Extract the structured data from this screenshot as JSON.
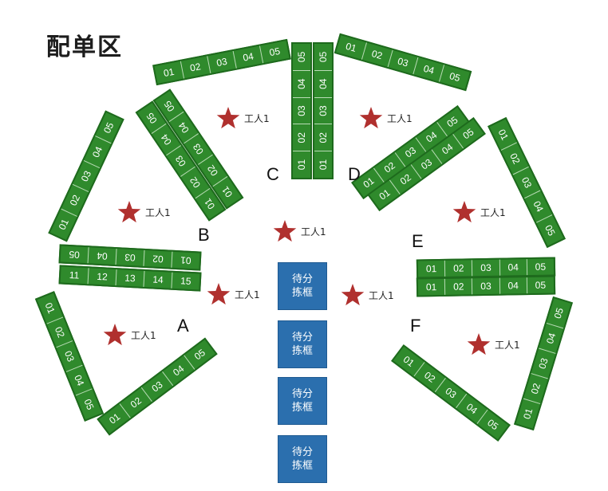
{
  "title": "配单区",
  "colors": {
    "shelf": "#2f8a2c",
    "shelf_border": "#1e6a1d",
    "star": "#b0302e",
    "box": "#2b6fae"
  },
  "zones": {
    "A": "A",
    "B": "B",
    "C": "C",
    "D": "D",
    "E": "E",
    "F": "F"
  },
  "worker_label": "工人1",
  "shelves": {
    "top_left": [
      "01",
      "02",
      "03",
      "04",
      "05"
    ],
    "c_left": [
      "01",
      "02",
      "03",
      "04",
      "05"
    ],
    "c_right": [
      "01",
      "02",
      "03",
      "04",
      "05"
    ],
    "top_right": [
      "01",
      "02",
      "03",
      "04",
      "05"
    ],
    "b_inner_a": [
      "01",
      "02",
      "03",
      "04",
      "05"
    ],
    "b_inner_b": [
      "01",
      "02",
      "03",
      "04",
      "05"
    ],
    "b_outer": [
      "01",
      "02",
      "03",
      "04",
      "05"
    ],
    "d_inner_a": [
      "01",
      "02",
      "03",
      "04",
      "05"
    ],
    "d_inner_b": [
      "01",
      "02",
      "03",
      "04",
      "05"
    ],
    "e_outer": [
      "01",
      "02",
      "03",
      "04",
      "05"
    ],
    "a_top_row1": [
      "01",
      "02",
      "03",
      "04",
      "05"
    ],
    "a_top_row2": [
      "11",
      "12",
      "13",
      "14",
      "15"
    ],
    "e_row1": [
      "01",
      "02",
      "03",
      "04",
      "05"
    ],
    "e_row2": [
      "01",
      "02",
      "03",
      "04",
      "05"
    ],
    "a_outer": [
      "01",
      "02",
      "03",
      "04",
      "05"
    ],
    "a_bottom": [
      "01",
      "02",
      "03",
      "04",
      "05"
    ],
    "f_bottom": [
      "01",
      "02",
      "03",
      "04",
      "05"
    ],
    "f_outer": [
      "01",
      "02",
      "03",
      "04",
      "05"
    ]
  },
  "boxes": [
    "待分拣框",
    "待分拣框",
    "待分拣框",
    "待分拣框"
  ],
  "box_lines": [
    [
      "待分",
      "拣框"
    ],
    [
      "待分",
      "拣框"
    ],
    [
      "待分",
      "拣框"
    ],
    [
      "待分",
      "拣框"
    ]
  ]
}
